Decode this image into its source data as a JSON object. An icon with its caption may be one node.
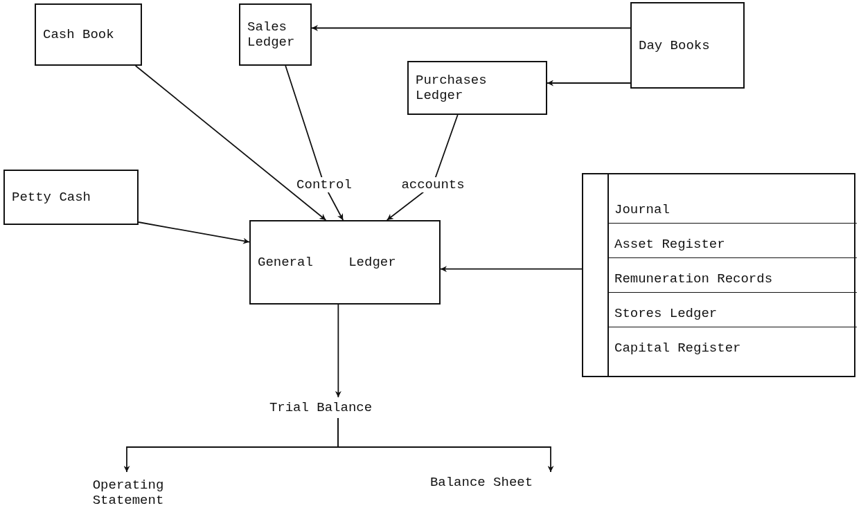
{
  "diagram": {
    "nodes": [
      {
        "text": [
          "Cash Book"
        ]
      },
      {
        "text": [
          "Sales Ledger"
        ]
      },
      {
        "text": [
          "Purchases Ledger"
        ]
      },
      {
        "text": [
          "Day Books"
        ]
      },
      {
        "text": [
          "Petty Cash"
        ]
      },
      {
        "text": [
          "General Ledger"
        ]
      },
      {
        "text": [],
        "shape": "box"
      },
      {
        "text": [
          "Journal"
        ],
        "in": 6
      },
      {
        "text": [
          "Asset Register"
        ],
        "in": 6
      },
      {
        "text": [
          "Remuneration Records"
        ],
        "in": 6
      },
      {
        "text": [
          "Stores Ledger"
        ],
        "in": 6
      },
      {
        "text": [
          "Capital Register"
        ],
        "in": 6
      },
      {
        "text": [
          "Trial Balance"
        ]
      },
      {
        "text": [
          "Operating Statement"
        ]
      },
      {
        "text": [
          "Balance Sheet"
        ]
      }
    ],
    "edges": [
      {
        "from": 3,
        "to": 1,
        "arrow": "to"
      },
      {
        "from": 3,
        "to": 2,
        "arrow": "to"
      },
      {
        "from": 0,
        "to": 5,
        "arrow": "to"
      },
      {
        "from": 1,
        "to": 5,
        "arrow": "to",
        "label": "Control"
      },
      {
        "from": 2,
        "to": 5,
        "arrow": "to",
        "label": "accounts"
      },
      {
        "from": 4,
        "to": 5,
        "arrow": "to"
      },
      {
        "from": 6,
        "to": 5,
        "arrow": "to"
      },
      {
        "from": 5,
        "to": 12,
        "arrow": "to"
      },
      {
        "from": 12,
        "to": 13,
        "arrow": "to"
      },
      {
        "from": 12,
        "to": 14,
        "arrow": "to"
      }
    ]
  }
}
